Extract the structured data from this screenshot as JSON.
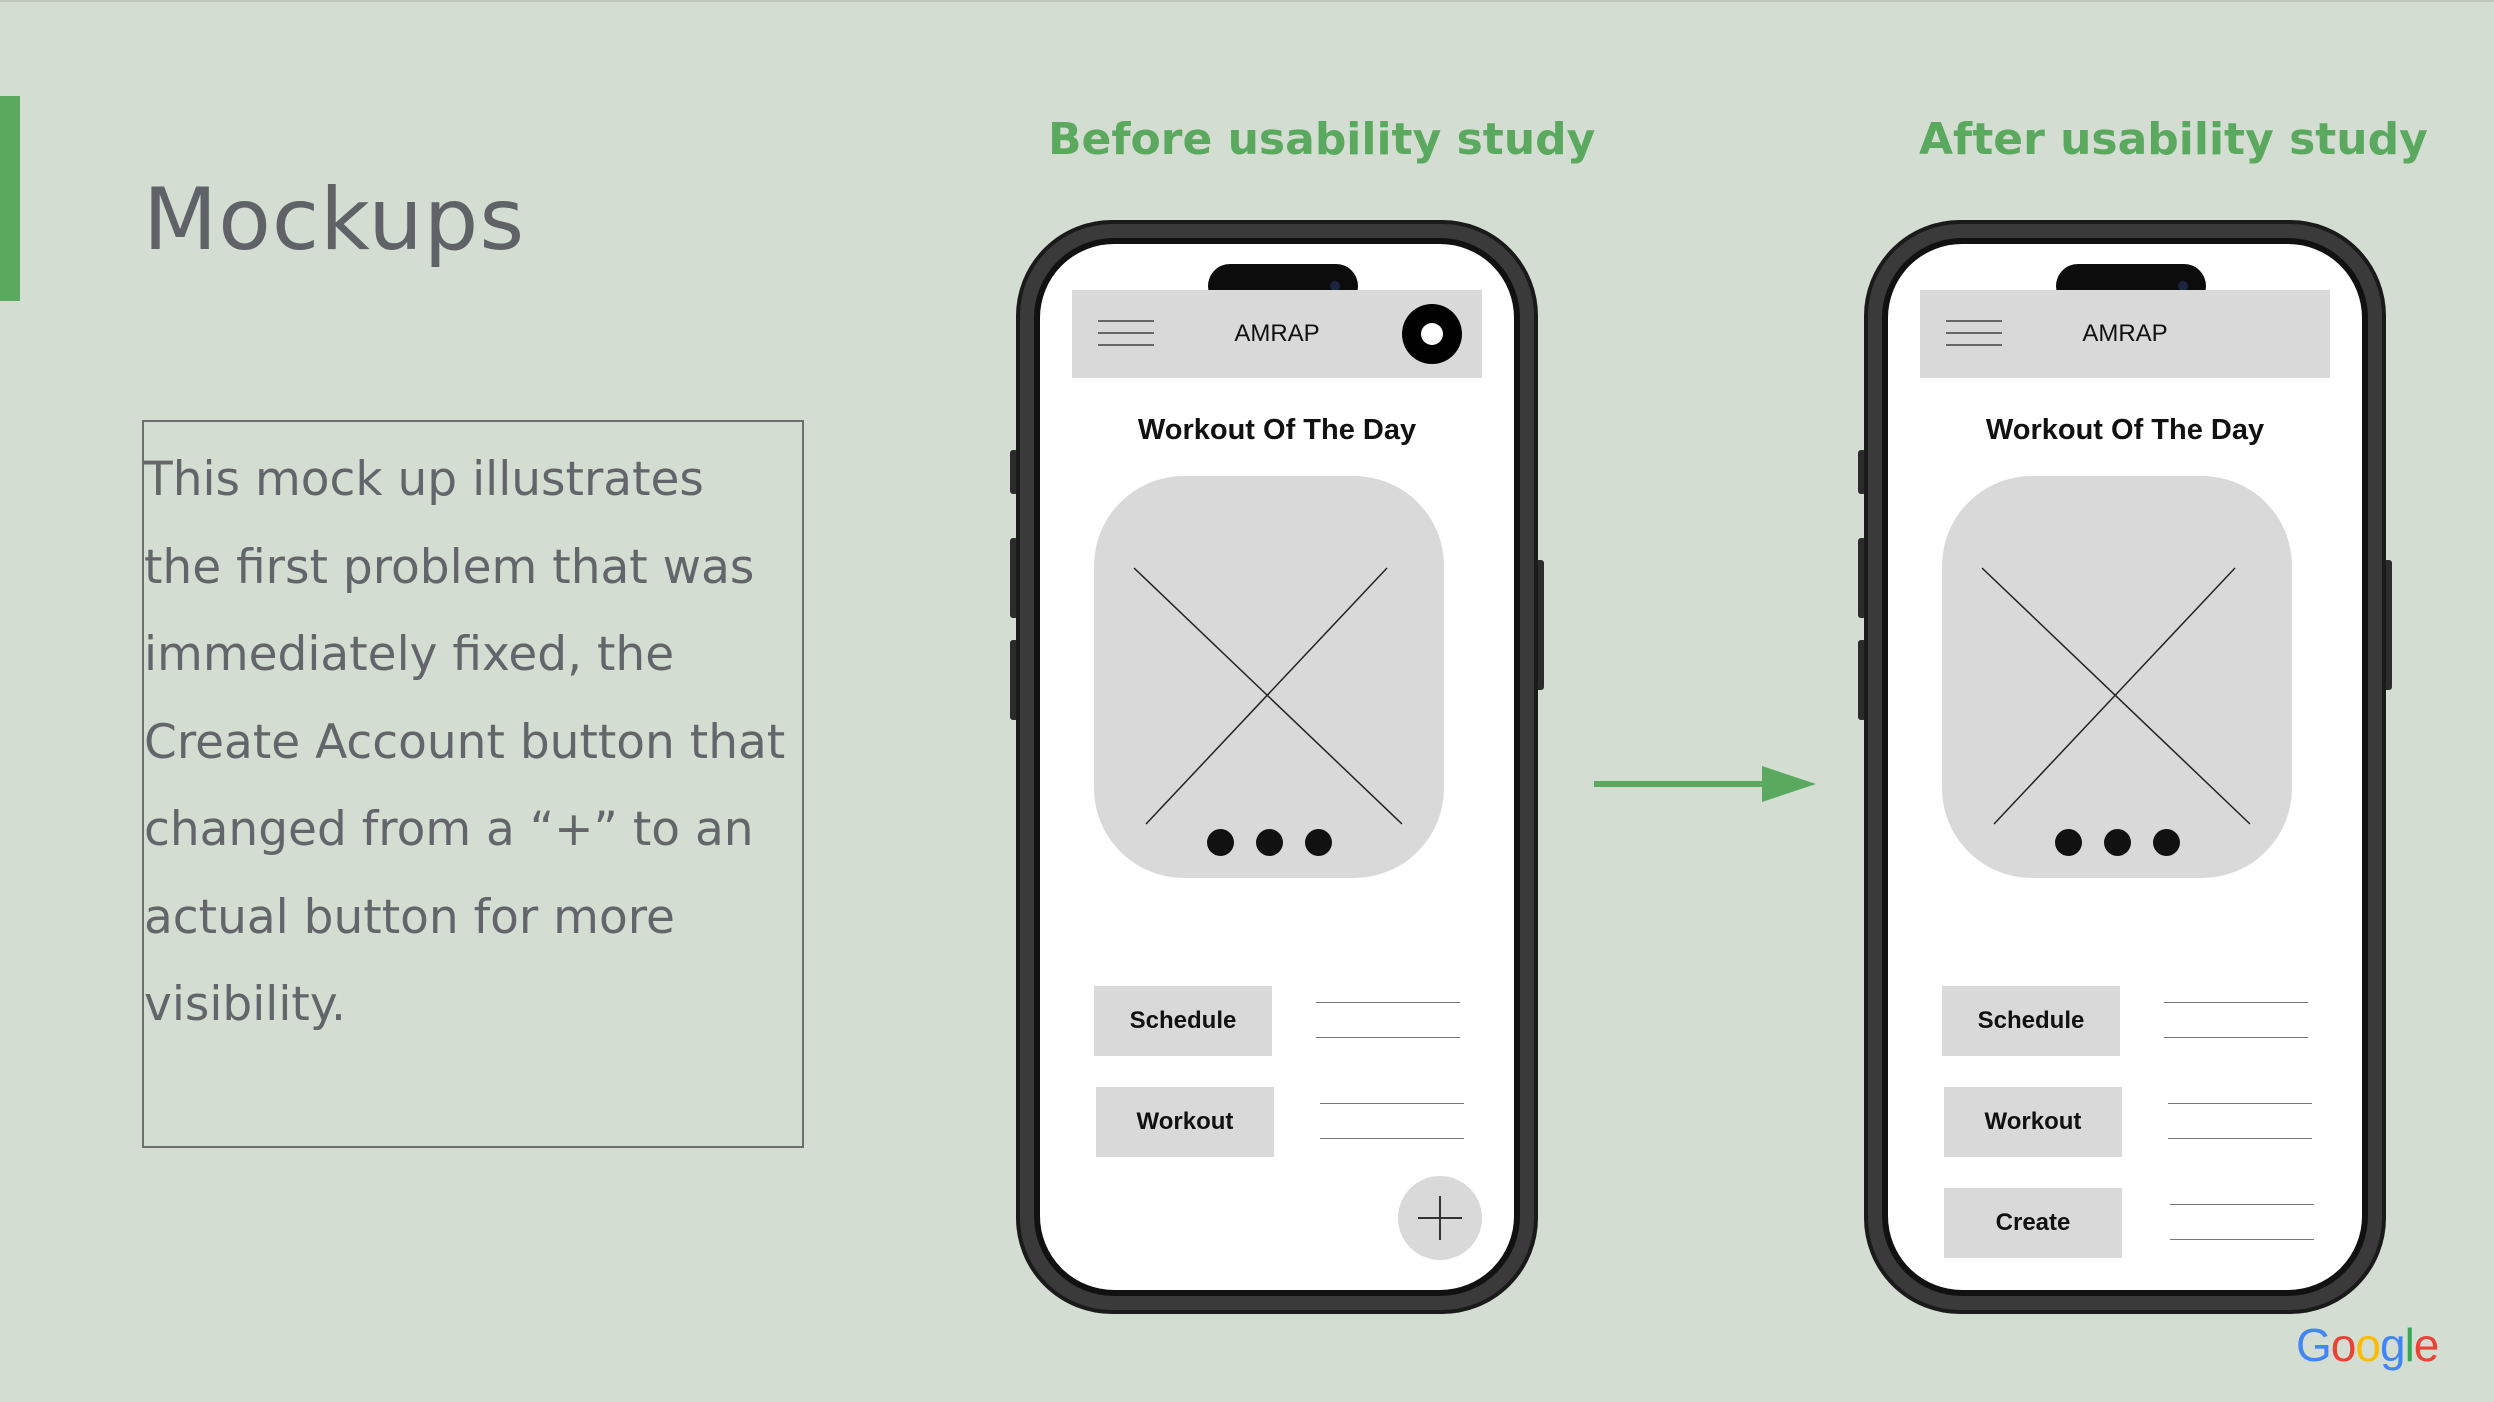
{
  "slide": {
    "title": "Mockups",
    "description": "This mock up illustrates the first problem that was immediately fixed, the Create Account button that changed from a “+” to an actual button for more visibility.",
    "accent_color": "#5aa95f",
    "background_color": "#d4ddd1"
  },
  "before": {
    "heading": "Before usability study",
    "app_title": "AMRAP",
    "wod_title": "Workout Of  The Day",
    "buttons": [
      "Schedule",
      "Workout"
    ],
    "fab_icon": "plus-icon",
    "profile_icon": "profile-circle-icon"
  },
  "after": {
    "heading": "After usability study",
    "app_title": "AMRAP",
    "wod_title": "Workout Of  The Day",
    "buttons": [
      "Schedule",
      "Workout",
      "Create"
    ]
  },
  "logo": {
    "letters": [
      {
        "char": "G",
        "color": "#4285F4"
      },
      {
        "char": "o",
        "color": "#EA4335"
      },
      {
        "char": "o",
        "color": "#FBBC05"
      },
      {
        "char": "g",
        "color": "#4285F4"
      },
      {
        "char": "l",
        "color": "#34A853"
      },
      {
        "char": "e",
        "color": "#EA4335"
      }
    ]
  }
}
